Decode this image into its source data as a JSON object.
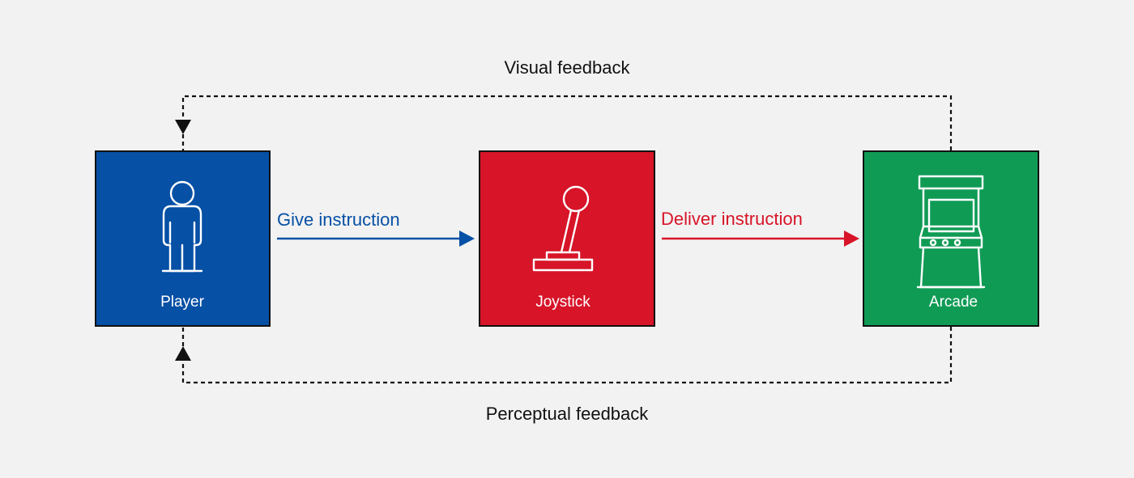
{
  "loops": {
    "top_label": "Visual feedback",
    "bottom_label": "Perceptual feedback"
  },
  "nodes": [
    {
      "id": "player",
      "label": "Player",
      "color": "#0650a5",
      "icon": "person-icon"
    },
    {
      "id": "joystick",
      "label": "Joystick",
      "color": "#d71428",
      "icon": "joystick-icon"
    },
    {
      "id": "arcade",
      "label": "Arcade",
      "color": "#109b55",
      "icon": "arcade-cabinet-icon"
    }
  ],
  "edges": [
    {
      "from": "player",
      "to": "joystick",
      "label": "Give instruction",
      "color": "#0650a5"
    },
    {
      "from": "joystick",
      "to": "arcade",
      "label": "Deliver instruction",
      "color": "#d71428"
    }
  ]
}
